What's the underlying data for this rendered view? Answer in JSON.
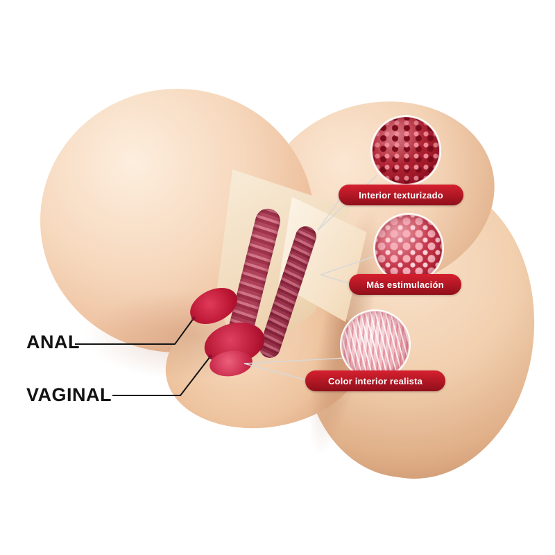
{
  "title": "annotated product cutaway diagram",
  "colors": {
    "background": "#ffffff",
    "pill_red_top": "#d6202f",
    "pill_red_bottom": "#8f0f1a",
    "pill_text": "#ffffff",
    "skin_base": "#f2cdb1",
    "interior_pink": "#c05a70",
    "accent_red": "#b5122f",
    "side_label_text": "#121212"
  },
  "callouts": [
    {
      "label": "Interior texturizado",
      "inset": "textured-interior-closeup"
    },
    {
      "label": "Más estimulación",
      "inset": "stimulation-bumps-closeup"
    },
    {
      "label": "Color interior realista",
      "inset": "realistic-interior-color-closeup"
    }
  ],
  "side_labels": [
    {
      "label": "ANAL"
    },
    {
      "label": "VAGINAL"
    }
  ]
}
